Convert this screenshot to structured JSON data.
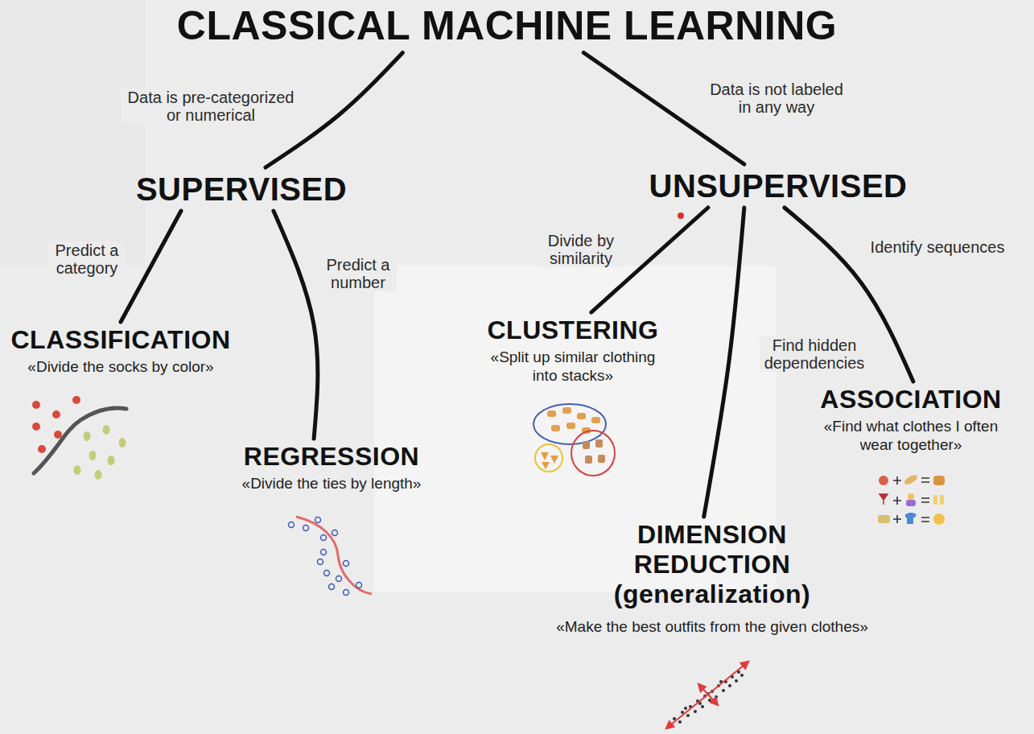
{
  "diagram": {
    "nodes": [
      {
        "text": [
          "CLASSICAL MACHINE LEARNING"
        ]
      },
      {
        "text": [
          "SUPERVISED"
        ]
      },
      {
        "text": [
          "UNSUPERVISED"
        ]
      },
      {
        "text": [
          "CLASSIFICATION",
          "«Divide the socks by color»"
        ]
      },
      {
        "text": [
          "REGRESSION",
          "«Divide the ties by length»"
        ]
      },
      {
        "text": [
          "CLUSTERING",
          "«Split up similar clothing into stacks»"
        ]
      },
      {
        "text": [
          "DIMENSION REDUCTION (generalization)",
          "«Make the best outfits from the given clothes»"
        ]
      },
      {
        "text": [
          "ASSOCIATION",
          "«Find what clothes I often wear together»"
        ]
      }
    ],
    "edges": [
      {
        "from": 0,
        "to": 1,
        "arrow": "none",
        "label": "Data is pre-categorized or numerical"
      },
      {
        "from": 0,
        "to": 2,
        "arrow": "none",
        "label": "Data is not labeled in any way"
      },
      {
        "from": 1,
        "to": 3,
        "arrow": "none",
        "label": "Predict a category"
      },
      {
        "from": 1,
        "to": 4,
        "arrow": "none",
        "label": "Predict a number"
      },
      {
        "from": 2,
        "to": 5,
        "arrow": "none",
        "label": "Divide by similarity"
      },
      {
        "from": 2,
        "to": 6,
        "arrow": "none",
        "label": "Find hidden dependencies"
      },
      {
        "from": 2,
        "to": 7,
        "arrow": "none",
        "label": "Identify sequences"
      }
    ]
  }
}
